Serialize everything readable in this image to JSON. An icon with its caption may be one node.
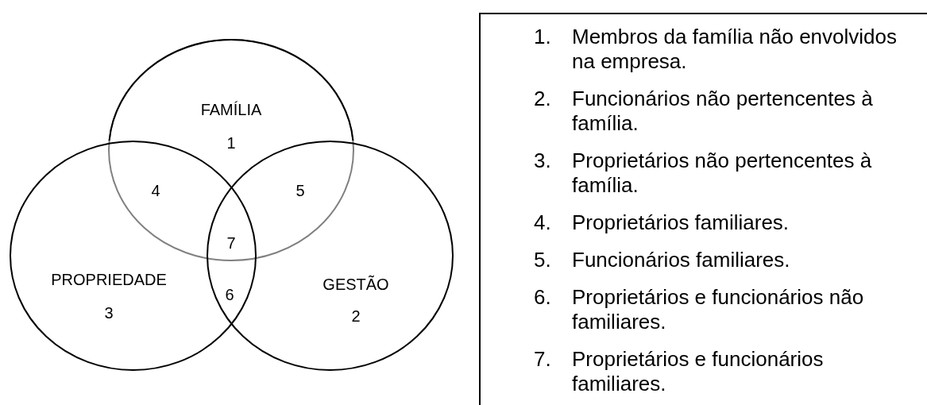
{
  "diagram": {
    "nodes": [
      {
        "text": [
          "FAMÍLIA",
          "1"
        ]
      },
      {
        "text": [
          "PROPRIEDADE",
          "3"
        ]
      },
      {
        "text": [
          "GESTÃO",
          "2"
        ]
      },
      {
        "text": [
          "1.",
          "Membros da família não envolvidos na empresa.",
          "2.",
          "Funcionários não pertencentes à família.",
          "3.",
          "Proprietários não pertencentes à família.",
          "4.",
          "Proprietários familiares.",
          "5.",
          "Funcionários familiares.",
          "6.",
          "Proprietários e funcionários não familiares.",
          "7.",
          "Proprietários e funcionários familiares."
        ]
      }
    ],
    "edges": [],
    "labels": [
      "4",
      "5",
      "7",
      "6"
    ]
  }
}
